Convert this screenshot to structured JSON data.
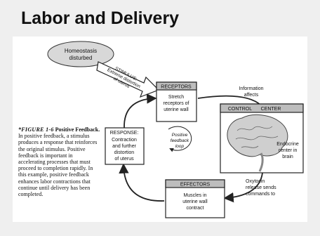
{
  "title": "Labor and Delivery",
  "diagram": {
    "homeostasis": [
      "Homeostasis",
      "disturbed"
    ],
    "stimulus": [
      "STIMULUS:",
      "Extreme distortion",
      "of uterus"
    ],
    "receptors": {
      "header": "RECEPTORS",
      "text": [
        "Stretch",
        "receptors of",
        "uterine wall"
      ]
    },
    "info_affects": [
      "Information",
      "affects"
    ],
    "control_center": {
      "left": "CONTROL",
      "right": "CENTER"
    },
    "endocrine": [
      "Endocrine",
      "center in",
      "brain"
    ],
    "response": {
      "header": "RESPONSE:",
      "text": [
        "Contraction",
        "and further",
        "distortion",
        "of uterus"
      ]
    },
    "loop": [
      "Positive",
      "feedback",
      "loop"
    ],
    "effectors": {
      "header": "EFFECTORS",
      "text": [
        "Muscles in",
        "uterine wall",
        "contract"
      ]
    },
    "oxytocin": [
      "Oxytocin",
      "release sends",
      "commands to"
    ]
  },
  "caption": {
    "fig_label": "*FIGURE 1-6",
    "fig_title": "Positive Feedback.",
    "text": "In positive feedback, a stimulus produces a response that reinforces the original stimulus. Positive feedback is important in accelerating processes that must proceed to completion rapidly. In this example, positive feedback enhances labor contractions that continue until delivery has been completed."
  },
  "colors": {
    "background": "#efefef",
    "panel": "#ffffff",
    "box_header": "#bdbdbd",
    "brain": "#cfcfcf"
  }
}
